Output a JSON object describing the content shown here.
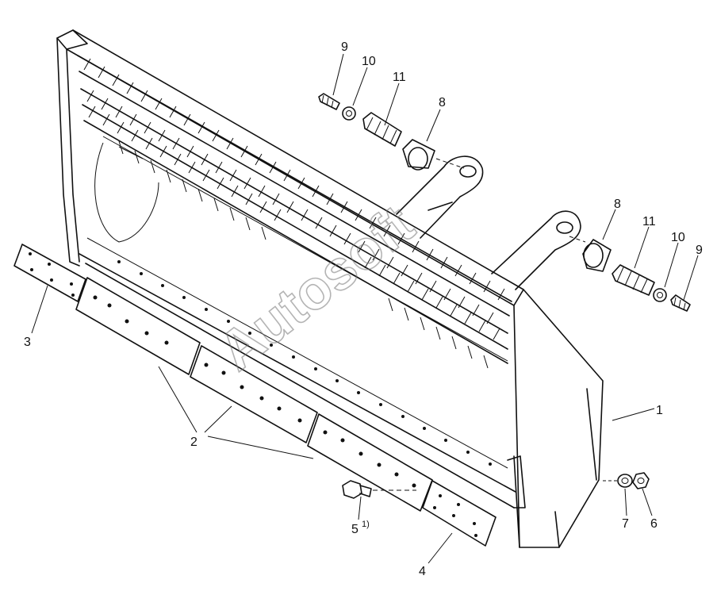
{
  "callouts": {
    "c1": "1",
    "c2": "2",
    "c3": "3",
    "c4": "4",
    "c5": "5",
    "c5_note": "1)",
    "c6": "6",
    "c7": "7",
    "c8_top": "8",
    "c8_right": "8",
    "c9_top": "9",
    "c9_right": "9",
    "c10_top": "10",
    "c10_right": "10",
    "c11_top": "11",
    "c11_right": "11"
  },
  "watermark": "Autosoft",
  "colors": {
    "line": "#111111",
    "background": "#ffffff",
    "watermark": "#777777"
  }
}
